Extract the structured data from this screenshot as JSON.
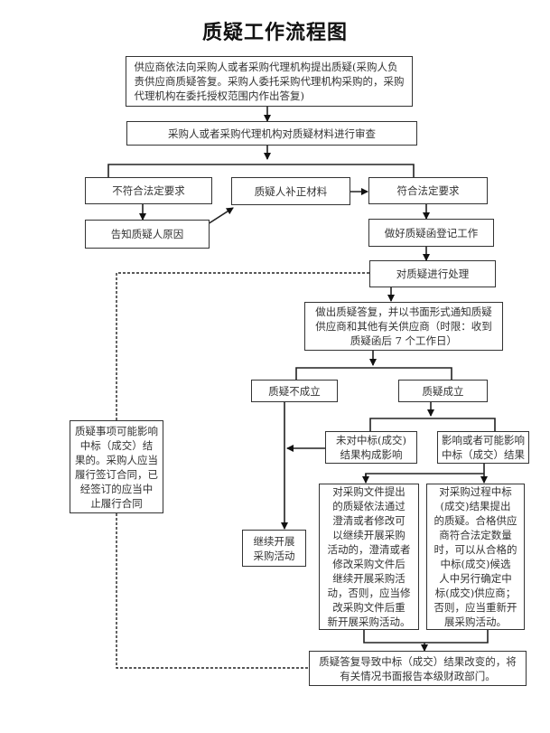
{
  "title": "质疑工作流程图",
  "nodes": {
    "submit": "供应商依法向采购人或者采购代理机构提出质疑(采购人负\n责供应商质疑答复。采购人委托采购代理机构采购的，采购\n代理机构在委托授权范围内作出答复)",
    "review": "采购人或者采购代理机构对质疑材料进行审查",
    "not_compliant": "不符合法定要求",
    "supplement": "质疑人补正材料",
    "compliant": "符合法定要求",
    "notify_reason": "告知质疑人原因",
    "register": "做好质疑函登记工作",
    "process": "对质疑进行处理",
    "reply": "做出质疑答复，并以书面形式通知质疑\n供应商和其他有关供应商（时限：收到\n质疑函后 7 个工作日）",
    "invalid": "质疑不成立",
    "valid": "质疑成立",
    "no_impact": "未对中标(成交)\n结果构成影响",
    "impact": "影响或者可能影响\n中标（成交）结果",
    "suspend_contract": "质疑事项可能影响\n中标（成交）结\n果的。采购人应当\n履行签订合同，已\n经签订的应当中\n止履行合同",
    "continue": "继续开展\n采购活动",
    "doc_challenge": "对采购文件提出\n的质疑依法通过\n澄清或者修改可\n以继续开展采购\n活动的，澄清或者\n修改采购文件后\n继续开展采购活\n动，否则，应当修\n改采购文件后重\n新开展采购活动。",
    "process_challenge": "对采购过程中标\n(成交)结果提出\n的质疑。合格供应\n商符合法定数量\n时，可以从合格的\n中标(成交)候选\n人中另行确定中\n标(成交)供应商；\n否则，应当重新开\n展采购活动。",
    "report": "质疑答复导致中标（成交）结果改变的，将\n有关情况书面报告本级财政部门。"
  }
}
